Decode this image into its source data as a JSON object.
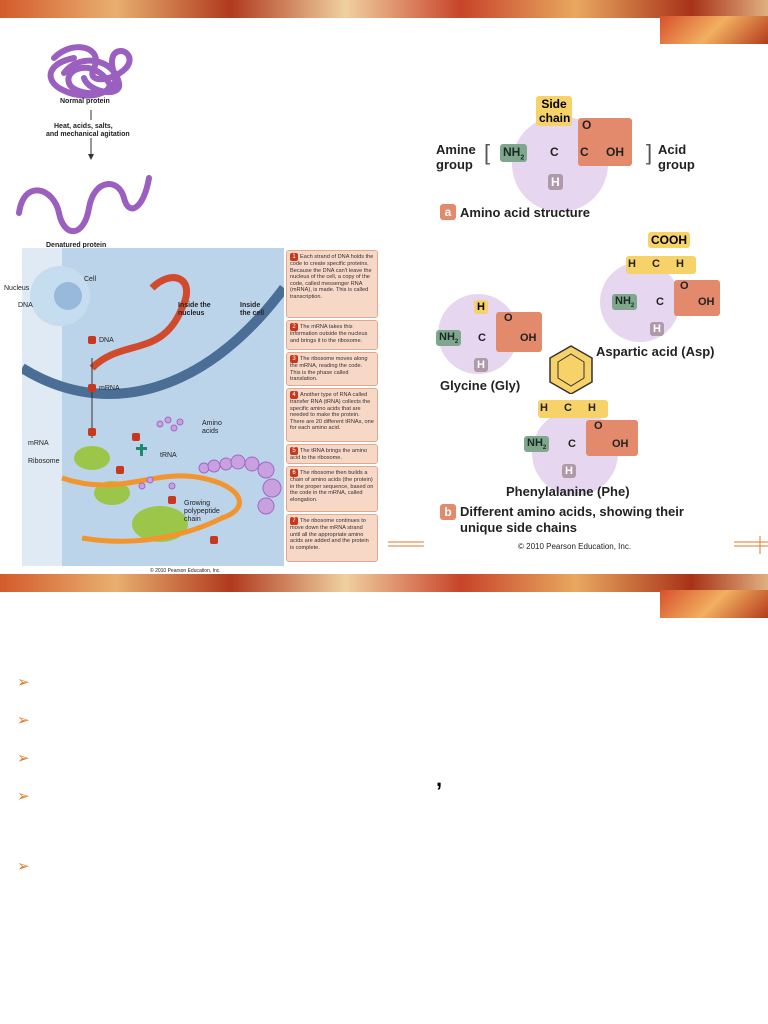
{
  "protein": {
    "normal_label": "Normal protein",
    "cause_label_1": "Heat, acids, salts,",
    "cause_label_2": "and mechanical agitation",
    "denatured_label": "Denatured protein",
    "copyright": "© 2010 Pearson Education, Inc."
  },
  "synthesis": {
    "cell": "Cell",
    "nucleus": "Nucleus",
    "dna": "DNA",
    "inside_nucleus": "Inside the nucleus",
    "inside_cell": "Inside the cell",
    "dna_label": "DNA",
    "mrna_label": "mRNA",
    "mrna_side": "mRNA",
    "ribosome": "Ribosome",
    "amino_acids": "Amino acids",
    "trna": "tRNA",
    "growing": "Growing polypeptide chain",
    "copyright": "© 2010 Pearson Education, Inc.",
    "steps": [
      {
        "n": "1",
        "text": "Each strand of DNA holds the code to create specific proteins. Because the DNA can't leave the nucleus of the cell, a copy of the code, called messenger RNA (mRNA), is made. This is called transcription."
      },
      {
        "n": "2",
        "text": "The mRNA takes this information outside the nucleus and brings it to the ribosome."
      },
      {
        "n": "3",
        "text": "The ribosome moves along the mRNA, reading the code. This is the phase called translation."
      },
      {
        "n": "4",
        "text": "Another type of RNA called transfer RNA (tRNA) collects the specific amino acids that are needed to make the protein. There are 20 different tRNAs, one for each amino acid."
      },
      {
        "n": "5",
        "text": "The tRNA brings the amino acid to the ribosome."
      },
      {
        "n": "6",
        "text": "The ribosome then builds a chain of amino acids (the protein) in the proper sequence, based on the code in the mRNA, called elongation."
      },
      {
        "n": "7",
        "text": "The ribosome continues to move down the mRNA strand until all the appropriate amino acids are added and the protein is complete."
      }
    ]
  },
  "amino": {
    "side_chain": "Side chain",
    "amine_group": "Amine group",
    "acid_group": "Acid group",
    "nh2": "NH",
    "c": "C",
    "o": "O",
    "oh": "OH",
    "h": "H",
    "cooh": "COOH",
    "a_letter": "a",
    "a_caption": "Amino acid structure",
    "aspartic": "Aspartic acid (Asp)",
    "glycine": "Glycine (Gly)",
    "phenylalanine": "Phenylalanine (Phe)",
    "b_letter": "b",
    "b_caption_1": "Different amino acids, showing their",
    "b_caption_2": "unique side chains",
    "copyright": "© 2010 Pearson Education, Inc."
  },
  "slide": {
    "bullets": [
      "",
      "",
      "",
      "",
      ""
    ],
    "comma": ","
  },
  "colors": {
    "amine": "#7fa78e",
    "side": "#f6d268",
    "acid": "#e48a6c",
    "hydrogen": "#b09aa8",
    "circle": "#e6d6ef",
    "protein": "#9b5fbf"
  }
}
